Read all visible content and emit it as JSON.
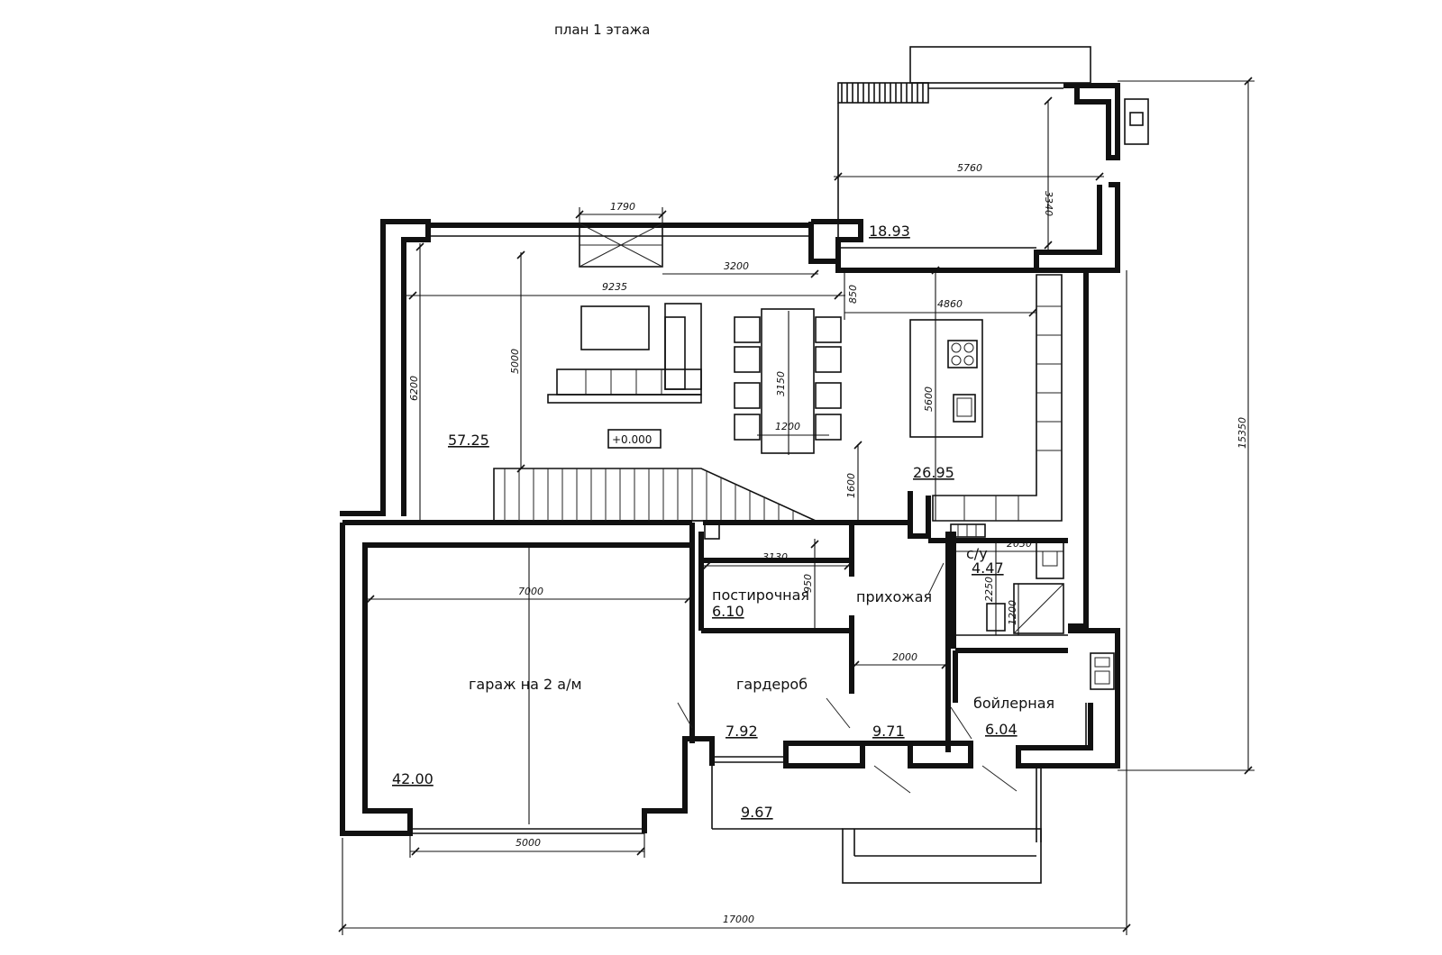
{
  "title": "план 1 этажа",
  "level_mark": "+0.000",
  "rooms": {
    "living": {
      "area": "57.25"
    },
    "terrace": {
      "area": "18.93"
    },
    "kitchen": {
      "area": "26.95"
    },
    "laundry": {
      "name": "постирочная",
      "area": "6.10"
    },
    "hall": {
      "name": "прихожая"
    },
    "bathroom": {
      "name": "с/у",
      "area": "4.47"
    },
    "garage": {
      "name": "гараж на 2 а/м",
      "area": "42.00"
    },
    "wardrobe": {
      "name": "гардероб",
      "area": "7.92"
    },
    "corridor": {
      "area": "9.71"
    },
    "boiler": {
      "name": "бойлерная",
      "area": "6.04"
    },
    "porch": {
      "area": "9.67"
    }
  },
  "dimensions": {
    "window_width": "1790",
    "terrace_width": "5760",
    "terrace_depth": "3340",
    "living_span": "3200",
    "living_width": "9235",
    "kitchen_offset": "850",
    "kitchen_width": "4860",
    "living_depth": "6200",
    "living_inner": "5000",
    "table_length": "3150",
    "table_width": "1200",
    "kitchen_depth": "5600",
    "stair_gap": "1600",
    "overall_depth": "15350",
    "bath_width": "2030",
    "bath_depth": "2250",
    "shower": "1200",
    "laundry_width": "3130",
    "laundry_depth": "950",
    "garage_depth": "7000",
    "corridor_width": "2000",
    "garage_door": "5000",
    "overall_width": "17000"
  }
}
